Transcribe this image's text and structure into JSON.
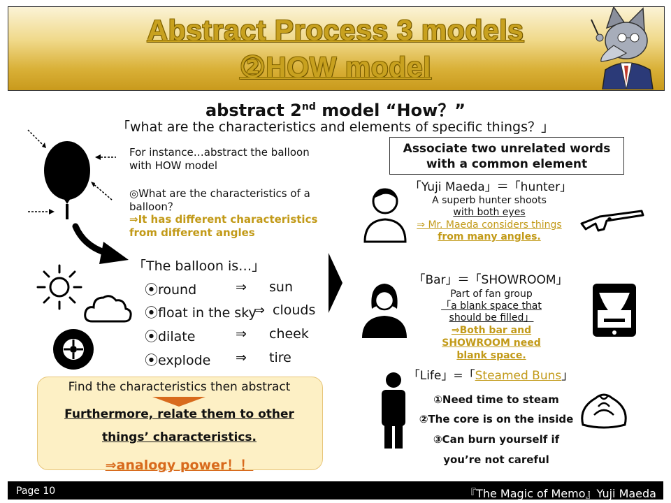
{
  "header": {
    "title_line1": "Abstract Process 3 models",
    "title_line2": "②HOW model"
  },
  "subtitle": {
    "main": "abstract 2",
    "sup": "nd",
    "main_rest": " model “How？”",
    "question": "「what are the characteristics and elements of specific things？」"
  },
  "balloon": {
    "intro_line1": "For instance…abstract the balloon",
    "intro_line2": "with HOW model",
    "question_line1": "◎What are the characteristics of a",
    "question_line2": "balloon？",
    "answer_line1": "⇒It has different characteristics",
    "answer_line2": "from different angles"
  },
  "features": {
    "heading": "「The balloon is…」",
    "items": [
      {
        "trait": "⦿round",
        "arrow": "⇒",
        "thing": "sun"
      },
      {
        "trait": "⦿float in the sky",
        "arrow": "⇒",
        "thing": "clouds"
      },
      {
        "trait": "⦿dilate",
        "arrow": "⇒",
        "thing": "cheek"
      },
      {
        "trait": "⦿explode",
        "arrow": "⇒",
        "thing": "tire"
      }
    ]
  },
  "summary": {
    "line1": "Find the characteristics then abstract",
    "line2": "Furthermore, relate them to other",
    "line3": "things’ characteristics.",
    "line4": "⇒analogy power！！"
  },
  "associate": {
    "box_line1": "Associate two unrelated words",
    "box_line2": "with a common element",
    "pairs": [
      {
        "title": "「Yuji Maeda」＝「hunter」",
        "l1": "A superb hunter shoots",
        "l2": "with both eyes",
        "l3": "⇒ Mr. Maeda considers things",
        "l4": "from many angles."
      },
      {
        "title": "「Bar」＝「SHOWROOM」",
        "l1": "Part of fan group",
        "l2": "「a blank space that",
        "l3": "should be filled」",
        "l4": "⇒Both bar and",
        "l5": "SHOWROOM need",
        "l6": "blank space."
      },
      {
        "title_a": "「Life」=「",
        "title_b": "Steamed Buns",
        "title_c": "」",
        "l1": "①Need time to steam",
        "l2": "②The core is on the inside",
        "l3": "③Can burn yourself if",
        "l4": "you’re not careful"
      }
    ]
  },
  "footer": {
    "page": "Page 10",
    "credit": "『The Magic of Memo』Yuji Maeda"
  }
}
